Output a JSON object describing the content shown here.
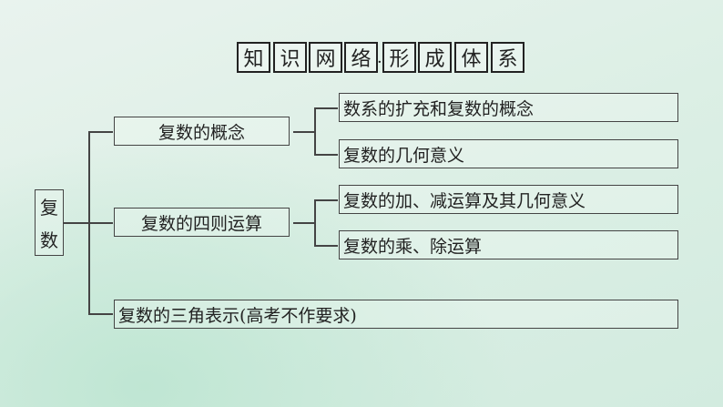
{
  "title": {
    "chars": [
      "知",
      "识",
      "网",
      "络",
      "形",
      "成",
      "体",
      "系"
    ],
    "separator": "·"
  },
  "root": {
    "chars": [
      "复",
      "数"
    ]
  },
  "branches": [
    {
      "label": "复数的概念",
      "children": [
        "数系的扩充和复数的概念",
        "复数的几何意义"
      ]
    },
    {
      "label": "复数的四则运算",
      "children": [
        "复数的加、减运算及其几何意义",
        "复数的乘、除运算"
      ]
    },
    {
      "label": "复数的三角表示(高考不作要求)",
      "children": []
    }
  ]
}
